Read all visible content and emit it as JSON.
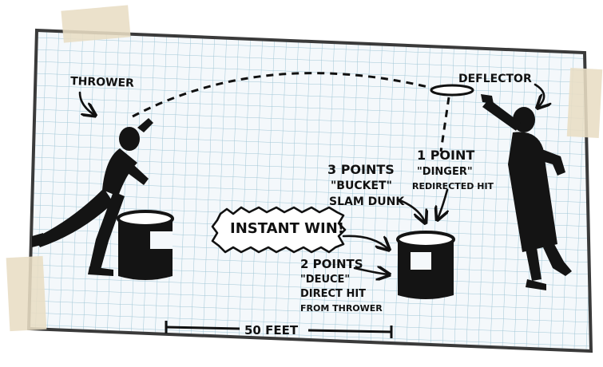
{
  "labels": {
    "thrower": "THROWER",
    "deflector": "DEFLECTOR",
    "one_point": "1 POINT",
    "dinger": "\"DINGER\"",
    "redirected_hit": "REDIRECTED HIT",
    "three_points": "3 POINTS",
    "bucket": "\"BUCKET\"",
    "slam_dunk": "SLAM DUNK",
    "instant_win": "INSTANT WIN!",
    "two_points": "2 POINTS",
    "deuce": "\"DEUCE\"",
    "direct_hit": "DIRECT HIT",
    "from_thrower": "FROM THROWER",
    "distance": "50 FEET"
  },
  "colors": {
    "grid_paper": "#f4f8fb",
    "grid_line": "#9fc6d6",
    "ink": "#111111",
    "tape": "#e8ddc4",
    "paper_edge": "#3a3a3a"
  }
}
